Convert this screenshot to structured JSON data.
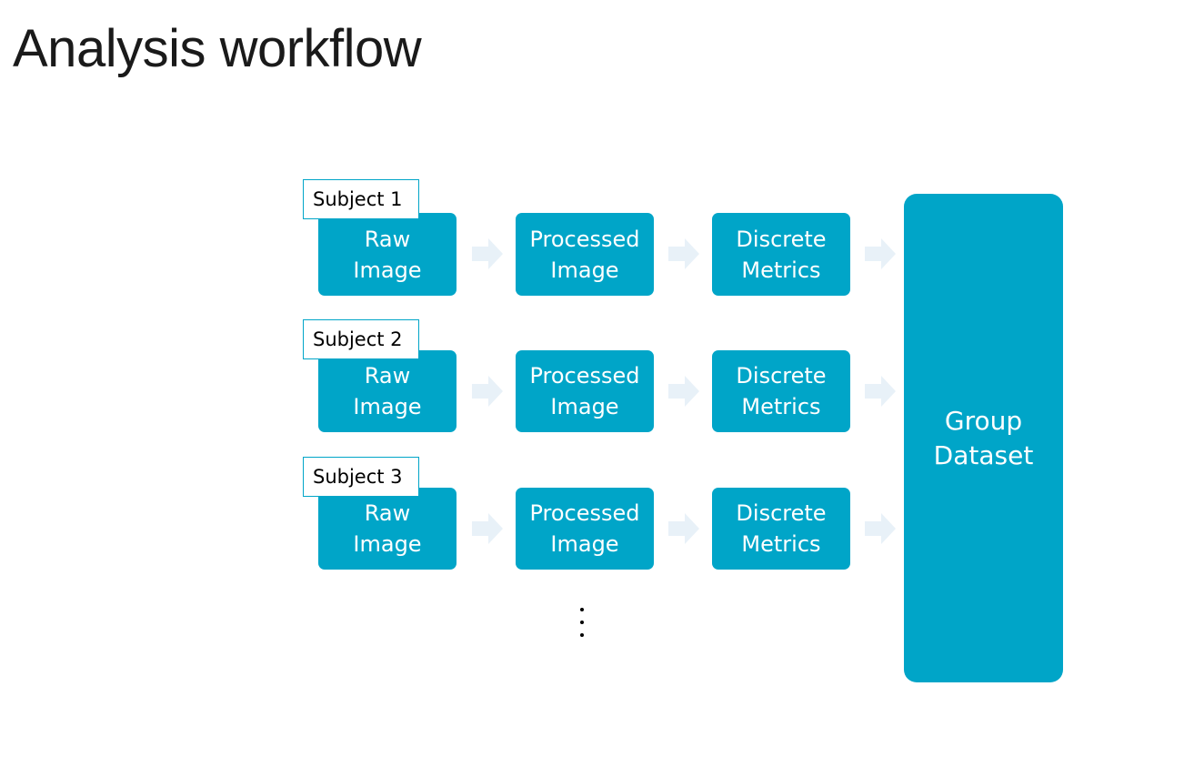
{
  "title": "Analysis workflow",
  "rows": [
    {
      "subject": "Subject 1",
      "raw": "Raw\nImage",
      "processed": "Processed\nImage",
      "metrics": "Discrete\nMetrics"
    },
    {
      "subject": "Subject 2",
      "raw": "Raw\nImage",
      "processed": "Processed\nImage",
      "metrics": "Discrete\nMetrics"
    },
    {
      "subject": "Subject 3",
      "raw": "Raw\nImage",
      "processed": "Processed\nImage",
      "metrics": "Discrete\nMetrics"
    }
  ],
  "group_dataset": "Group\nDataset",
  "colors": {
    "box": "#00a5c8",
    "arrow": "#e8f1f8"
  }
}
